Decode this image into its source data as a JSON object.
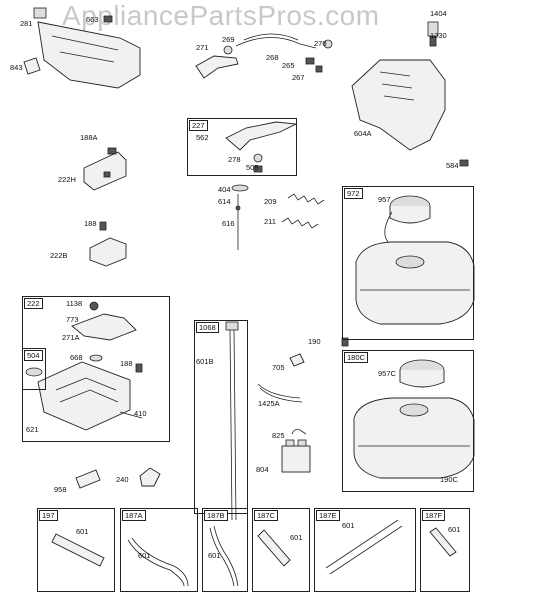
{
  "watermark": "AppliancePartsPros.com",
  "parts": {
    "p281": "281",
    "p663": "663",
    "p843": "843",
    "p271": "271",
    "p269": "269",
    "p268": "268",
    "p265": "265",
    "p270": "270",
    "p267": "267",
    "p1404": "1404",
    "p1230": "1230",
    "p604A": "604A",
    "p584": "584",
    "p188A": "188A",
    "p222H": "222H",
    "p188": "188",
    "p222B": "222B",
    "g227": "227",
    "p562": "562",
    "p278": "278",
    "p505": "505",
    "p404": "404",
    "p614": "614",
    "p616": "616",
    "p209": "209",
    "p211": "211",
    "g972": "972",
    "p957": "957",
    "g222": "222",
    "p1138": "1138",
    "p773": "773",
    "p271A": "271A",
    "g504": "504",
    "p668": "668",
    "p188b": "188",
    "p410": "410",
    "p621": "621",
    "g1068": "1068",
    "p601B": "601B",
    "p190": "190",
    "p705": "705",
    "p1425A": "1425A",
    "p825": "825",
    "p804": "804",
    "g180C": "180C",
    "p957C": "957C",
    "p190C": "190C",
    "p958": "958",
    "p240": "240",
    "g197": "197",
    "p601a": "601",
    "g187A": "187A",
    "p601b": "601",
    "g187B": "187B",
    "p601c": "601",
    "g187C": "187C",
    "p601d": "601",
    "g187E": "187E",
    "p601e": "601",
    "g187F": "187F",
    "p601f": "601"
  }
}
